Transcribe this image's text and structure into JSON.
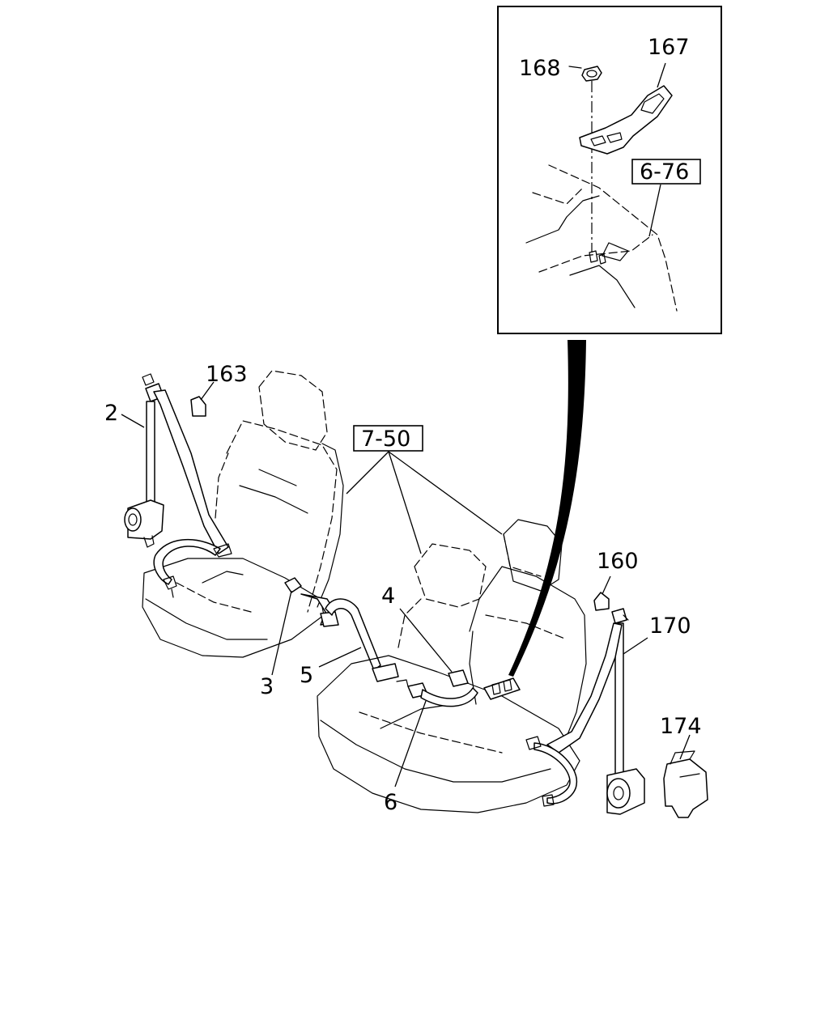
{
  "labels": {
    "p2": "2",
    "p3": "3",
    "p4": "4",
    "p5": "5",
    "p6": "6",
    "p160": "160",
    "p163": "163",
    "p167": "167",
    "p168": "168",
    "p170": "170",
    "p174": "174"
  },
  "refs": {
    "r750": "7-50",
    "r676": "6-76"
  }
}
